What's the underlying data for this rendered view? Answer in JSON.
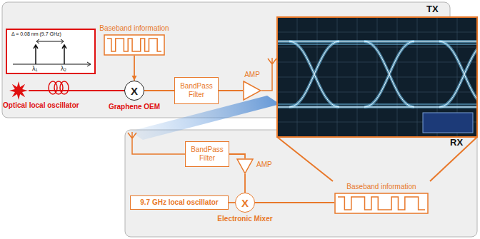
{
  "diagram": {
    "nodes": [
      {
        "text": [
          "TX"
        ]
      },
      {
        "text": [
          "Δ = 0.08 nm (9.7 GHz)",
          "λ₁",
          "λ₂"
        ],
        "in": 0
      },
      {
        "text": [
          "Baseband information"
        ],
        "in": 0
      },
      {
        "text": [
          "Optical local oscillator"
        ],
        "in": 0
      },
      {
        "text": [
          "X",
          "Graphene OEM"
        ],
        "in": 0
      },
      {
        "text": [
          "BandPass Filter"
        ],
        "in": 0
      },
      {
        "text": [
          "AMP"
        ],
        "in": 0
      },
      {
        "text": [
          "RX"
        ]
      },
      {
        "text": [
          "BandPass Filter"
        ],
        "in": 7
      },
      {
        "text": [
          "AMP"
        ],
        "in": 7
      },
      {
        "text": [
          "9.7 GHz local oscillator"
        ],
        "in": 7
      },
      {
        "text": [
          "X",
          "Electronic Mixer"
        ],
        "in": 7
      },
      {
        "text": [
          "Baseband information"
        ],
        "in": 7
      }
    ],
    "edges": [
      {
        "from": 2,
        "to": 4,
        "arrow": "to"
      },
      {
        "from": 3,
        "to": 4,
        "arrow": "none"
      },
      {
        "from": 4,
        "to": 5,
        "arrow": "none"
      },
      {
        "from": 5,
        "to": 6,
        "arrow": "none"
      },
      {
        "from": 8,
        "to": 9,
        "arrow": "none"
      },
      {
        "from": 9,
        "to": 11,
        "arrow": "none"
      },
      {
        "from": 10,
        "to": 11,
        "arrow": "none"
      },
      {
        "from": 11,
        "to": 12,
        "arrow": "none"
      }
    ]
  }
}
